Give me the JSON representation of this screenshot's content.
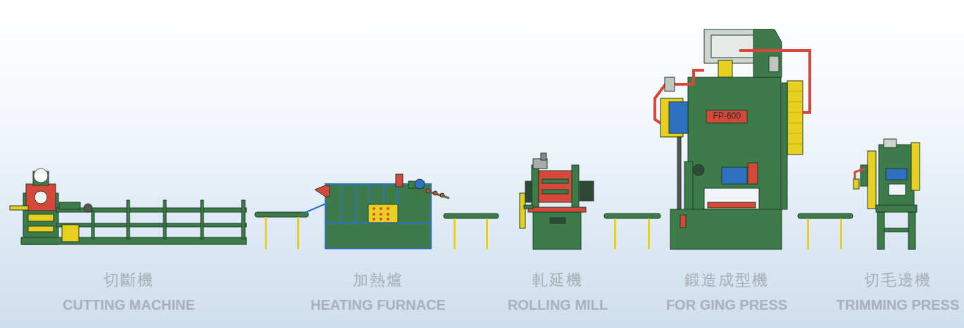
{
  "diagram": {
    "labels": [
      "切斷機",
      "CUTTING MACHINE",
      "加熱爐",
      "HEATING FURNACE",
      "軋延機",
      "ROLLING MILL",
      "FP-600",
      "鍛造成型機",
      "FOR GING PRESS",
      "切毛邊機",
      "TRIMMING PRESS"
    ]
  }
}
